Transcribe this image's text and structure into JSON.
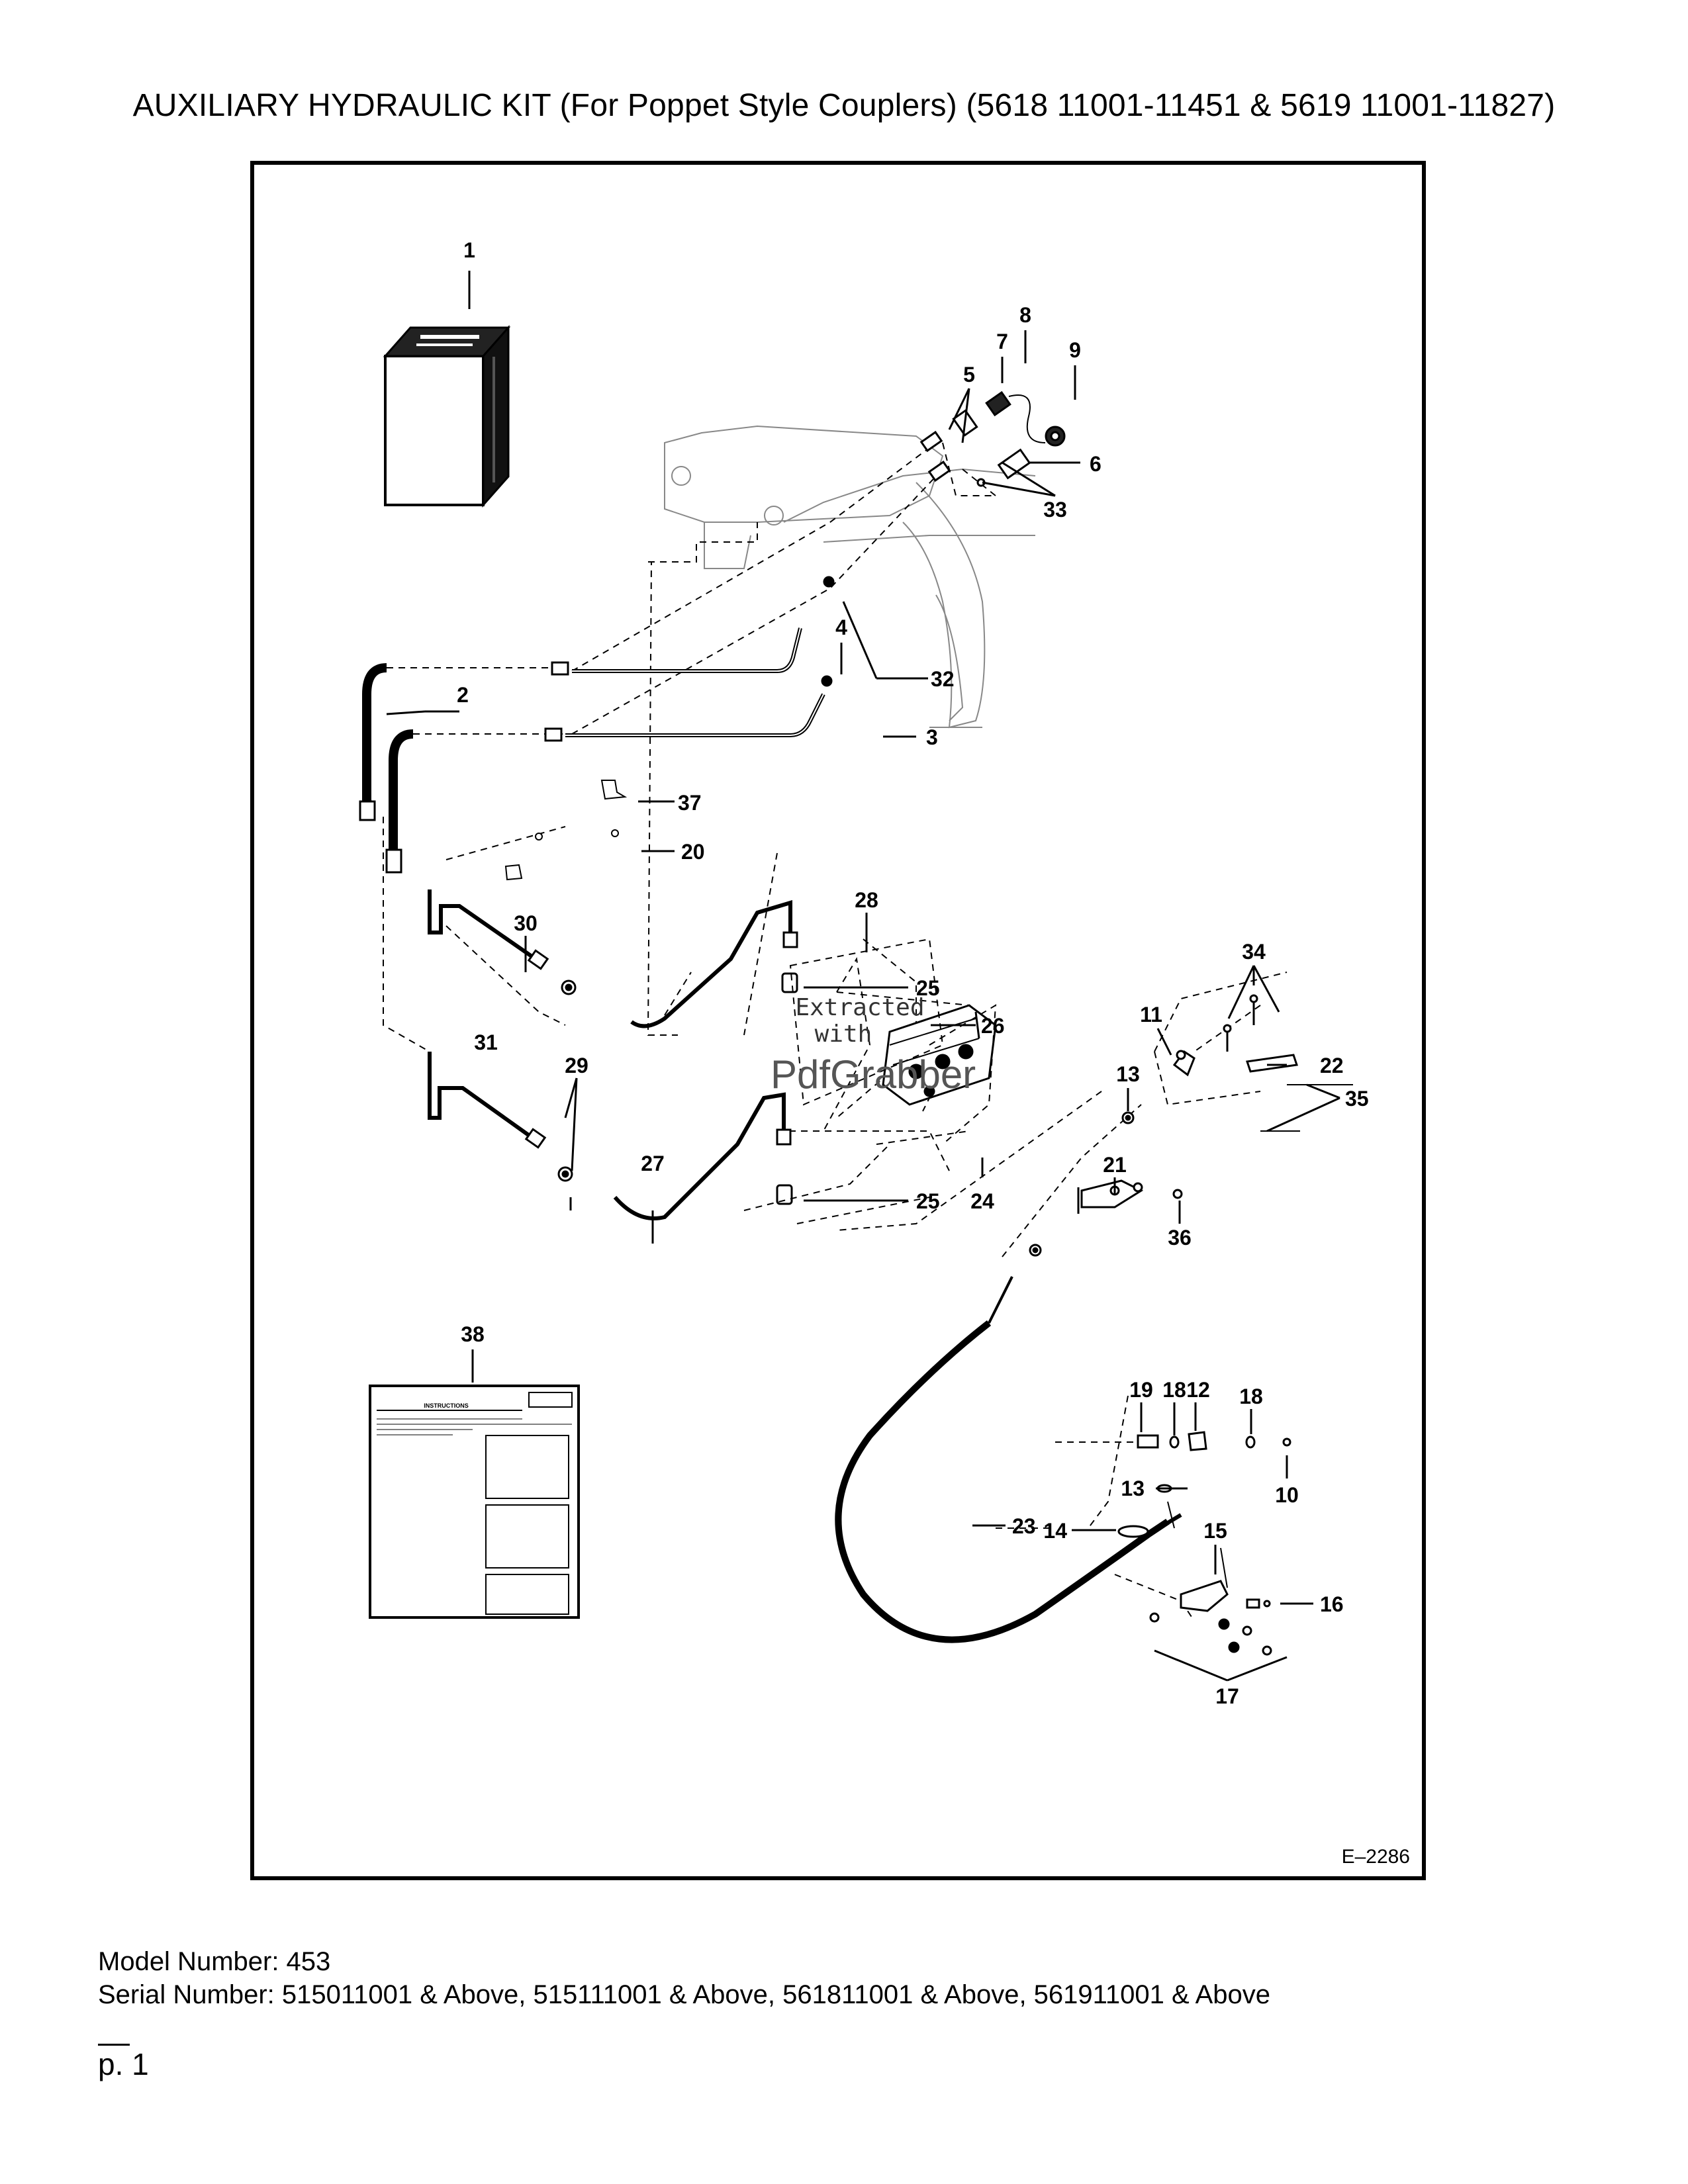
{
  "title": "AUXILIARY HYDRAULIC KIT (For Poppet Style Couplers) (5618 11001-11451 & 5619 11001-11827)",
  "diagram": {
    "code": "E–2286",
    "callouts": [
      "1",
      "2",
      "3",
      "4",
      "5",
      "6",
      "7",
      "8",
      "9",
      "10",
      "11",
      "12",
      "13",
      "13",
      "14",
      "15",
      "16",
      "17",
      "18",
      "18",
      "19",
      "20",
      "21",
      "22",
      "23",
      "24",
      "25",
      "25",
      "26",
      "27",
      "28",
      "29",
      "30",
      "31",
      "32",
      "33",
      "34",
      "35",
      "36",
      "37",
      "38"
    ],
    "instruction_sheet": {
      "heading": "INSTRUCTIONS"
    },
    "watermark": {
      "line1": "Extracted",
      "line2": "with",
      "brand": "PdfGrabber"
    }
  },
  "footer": {
    "model": "Model Number: 453",
    "serial": "Serial Number: 515011001 & Above, 515111001 & Above, 561811001 & Above, 561911001 & Above"
  },
  "page": "p. 1"
}
